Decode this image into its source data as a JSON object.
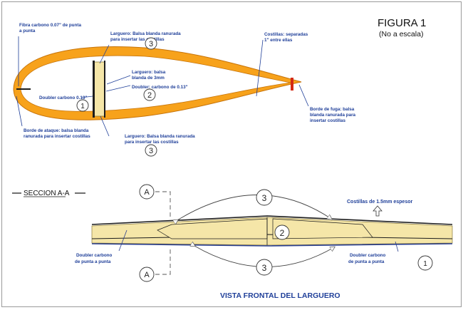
{
  "figure": {
    "title": "FIGURA 1",
    "subtitle": "(No a escala)"
  },
  "top_view": {
    "label_fibra": [
      "Fibra carbono 0.07\" de punta",
      "a punta"
    ],
    "label_larguero_top": [
      "Larguero: Balsa blanda ranurada",
      "para insertar las costillas"
    ],
    "label_costillas": [
      "Costillas: separadas",
      "1\" entre ellas"
    ],
    "label_larguero_balsa": [
      "Larguero: balsa",
      "blanda de 3mm"
    ],
    "label_doubler_013_left": "Doubler carbono 0.13\"",
    "label_doubler_013_right": "Doubler: carbono de 0.13\"",
    "label_borde_fuga": [
      "Borde de fuga: balsa",
      "blanda ranurada para",
      "insertar costillas"
    ],
    "label_borde_ataque": [
      "Borde de ataque: balsa blanda",
      "ranurada para insertar costillas"
    ],
    "label_larguero_bottom": [
      "Larguero: Balsa blanda ranurada",
      "para insertar las costillas"
    ],
    "circle_3_top": "3",
    "circle_2": "2",
    "circle_1": "1",
    "circle_3_bottom": "3"
  },
  "section": {
    "seccion_label": "SECCION A-A",
    "marker_a_top": "A",
    "marker_a_bottom": "A",
    "circle_3_top": "3",
    "circle_3_bottom": "3",
    "circle_2": "2",
    "circle_1": "1",
    "costillas_label": "Costillas de 1.5mm espesor",
    "doubler_left": [
      "Doubler carbono",
      "de punta a punta"
    ],
    "doubler_right": [
      "Doubler carbono",
      "de punta a punta"
    ],
    "caption": "VISTA FRONTAL DEL LARGUERO"
  },
  "colors": {
    "orange": "#f7a21b",
    "orange_dark": "#c7740a",
    "balsa": "#f5e6a8",
    "carbon": "#1c1c1c",
    "label_blue": "#1f3f99",
    "red_edge": "#d42a14"
  }
}
